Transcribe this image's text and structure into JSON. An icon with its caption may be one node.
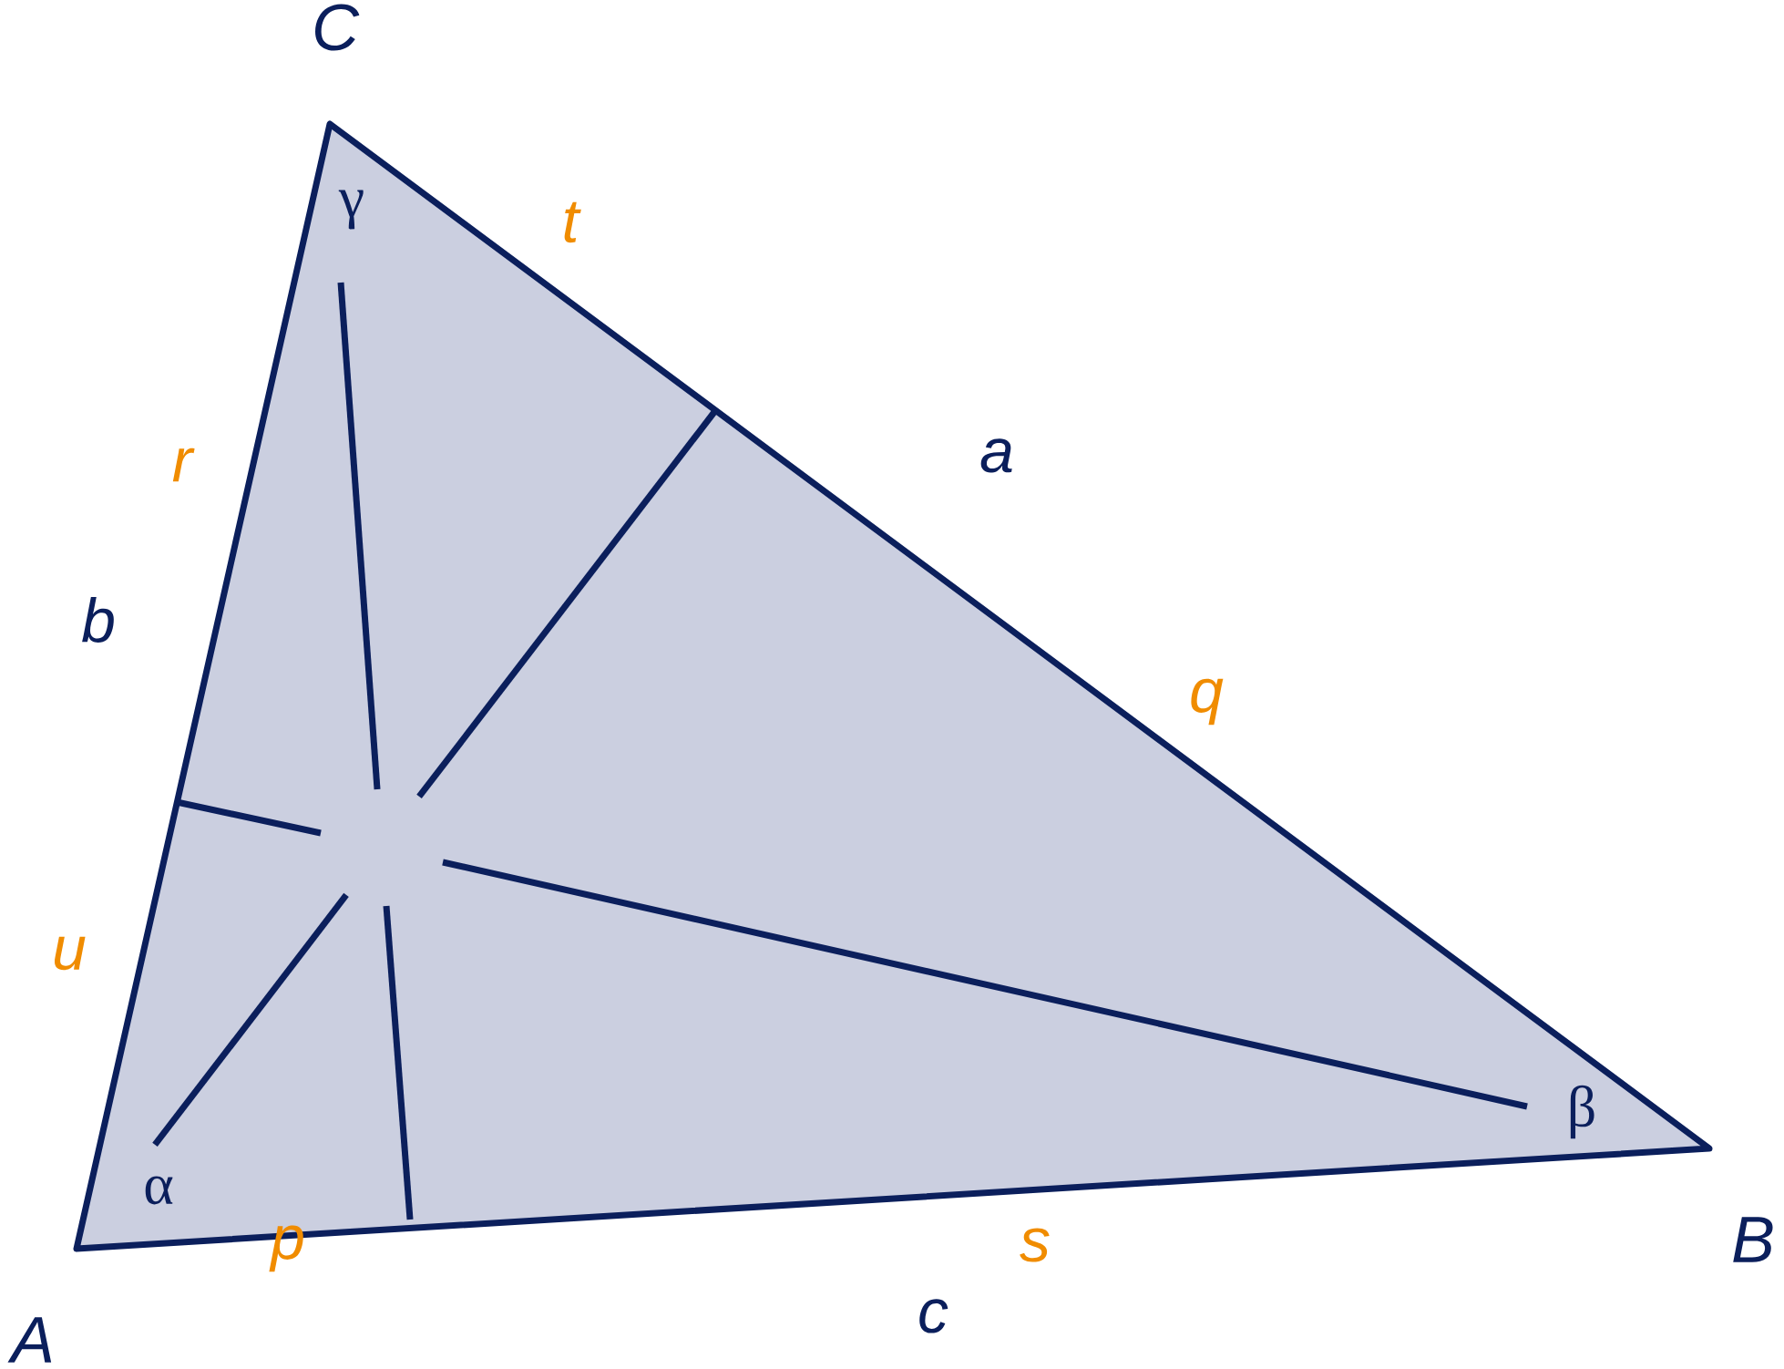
{
  "diagram": {
    "labels": [
      "C",
      "γ",
      "t",
      "r",
      "a",
      "b",
      "q",
      "u",
      "β",
      "α",
      "B",
      "A",
      "p",
      "s",
      "c"
    ]
  }
}
